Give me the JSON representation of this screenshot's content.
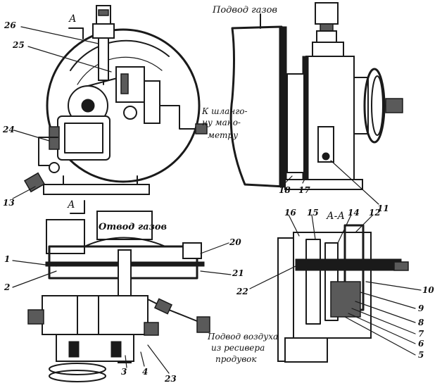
{
  "captions": {
    "gas_inlet": "Подвод газов",
    "gas_outlet": "Отвод газов",
    "to_manometer_l1": "К шланго-",
    "to_manometer_l2": "ну мано-",
    "to_manometer_l3": "метру",
    "air_inlet_l1": "Подвод воздуха",
    "air_inlet_l2": "из ресивера",
    "air_inlet_l3": "продувок",
    "section_aa": "А-А",
    "section_a_top": "А",
    "section_a_bottom": "А"
  },
  "callouts": {
    "n26": "26",
    "n25": "25",
    "n24": "24",
    "n13": "13",
    "n1": "1",
    "n2": "2",
    "n20": "20",
    "n21": "21",
    "n3": "3",
    "n4": "4",
    "n23": "23",
    "n18": "18",
    "n17": "17",
    "n11": "11",
    "n16": "16",
    "n15": "15",
    "n14": "14",
    "n12": "12",
    "n22": "22",
    "n10": "10",
    "n9": "9",
    "n8": "8",
    "n7": "7",
    "n6": "6",
    "n5": "5"
  }
}
